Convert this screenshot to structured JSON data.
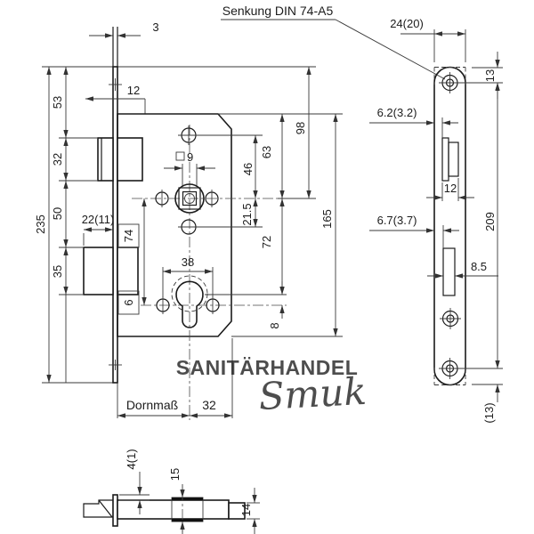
{
  "callout": "Senkung DIN 74-A5",
  "side_view": {
    "dims": {
      "plate_thickness": "3",
      "top_screw_offset": "12",
      "seg_top_to_latch": "53",
      "latch_height": "32",
      "latch_to_bolt": "50",
      "bolt_height": "35",
      "total_length": "235",
      "bolt_throw": "22(11)",
      "boxed_distance": "74",
      "boxed_offset": "6",
      "spindle_square": "9",
      "hole_to_hub": "46",
      "case_top_to_hub": "63",
      "plate_top_to_hub": "98",
      "hub_to_hole": "21.5",
      "hub_to_cylinder": "72",
      "cylinder_screw_offset": "8",
      "cylinder_screw_span": "38",
      "case_height": "165",
      "backset_label": "Dornmaß",
      "backset_rear": "32"
    }
  },
  "front_view": {
    "dims": {
      "plate_width": "24(20)",
      "top_edge_to_screw": "13",
      "latch_cutout_offset": "6.2(3.2)",
      "latch_cutout_width": "12",
      "screw_span": "209",
      "bolt_cutout_offset": "6.7(3.7)",
      "bolt_cutout_width": "8.5",
      "bottom_edge_to_screw": "(13)"
    }
  },
  "bottom_view": {
    "dims": {
      "plate_standoff": "4(1)",
      "guide_width": "15",
      "bolt_width": "14"
    }
  },
  "watermark": {
    "line1": "SANITÄRHANDEL",
    "line2": "Smuk",
    "color": "#8cc0e8"
  }
}
